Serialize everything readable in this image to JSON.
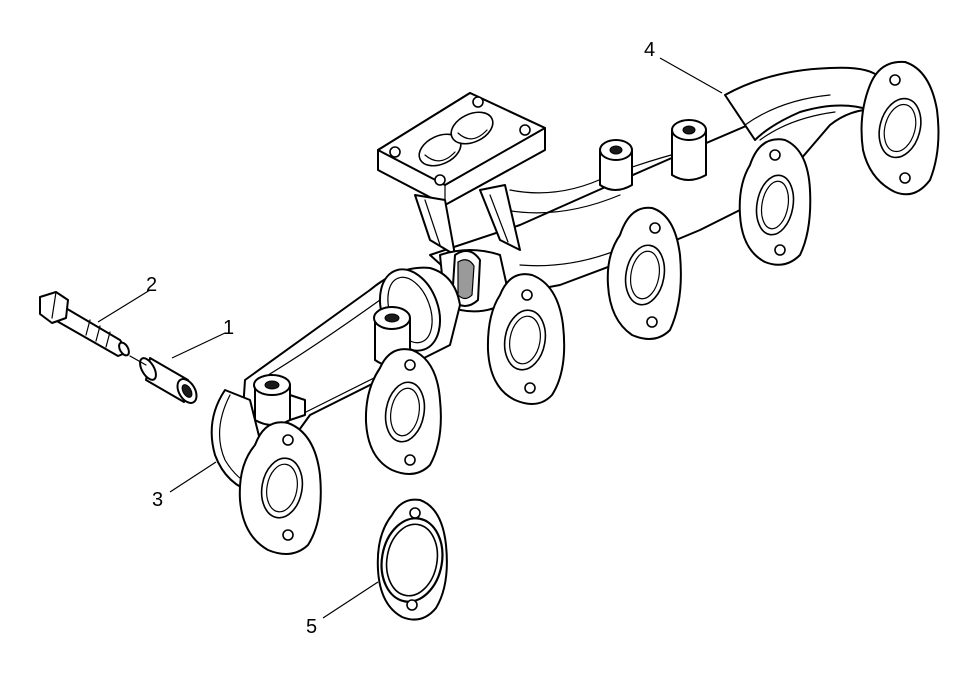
{
  "callouts": [
    {
      "label": "1"
    },
    {
      "label": "2"
    },
    {
      "label": "3"
    },
    {
      "label": "4"
    },
    {
      "label": "5"
    }
  ]
}
